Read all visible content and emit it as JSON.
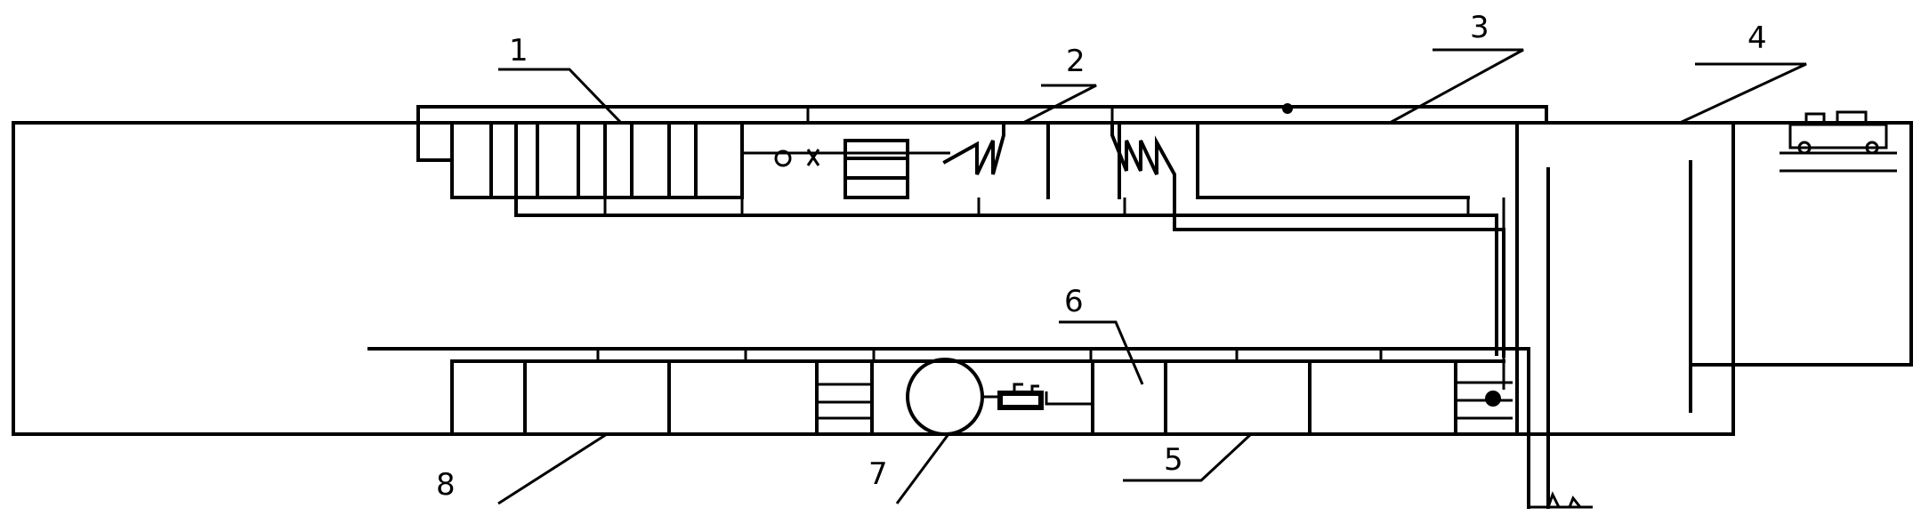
{
  "labels": {
    "l1": "1",
    "l2": "2",
    "l3": "3",
    "l4": "4",
    "l5": "5",
    "l6": "6",
    "l7": "7",
    "l8": "8"
  },
  "icons": {
    "compressor": "air-compressor-icon",
    "pump": "pump-icon",
    "tank": "circular-tank-icon",
    "heater": "zigzag-heater-icon",
    "valve": "valve-icon"
  },
  "colors": {
    "line": "#000000",
    "background": "#ffffff"
  }
}
